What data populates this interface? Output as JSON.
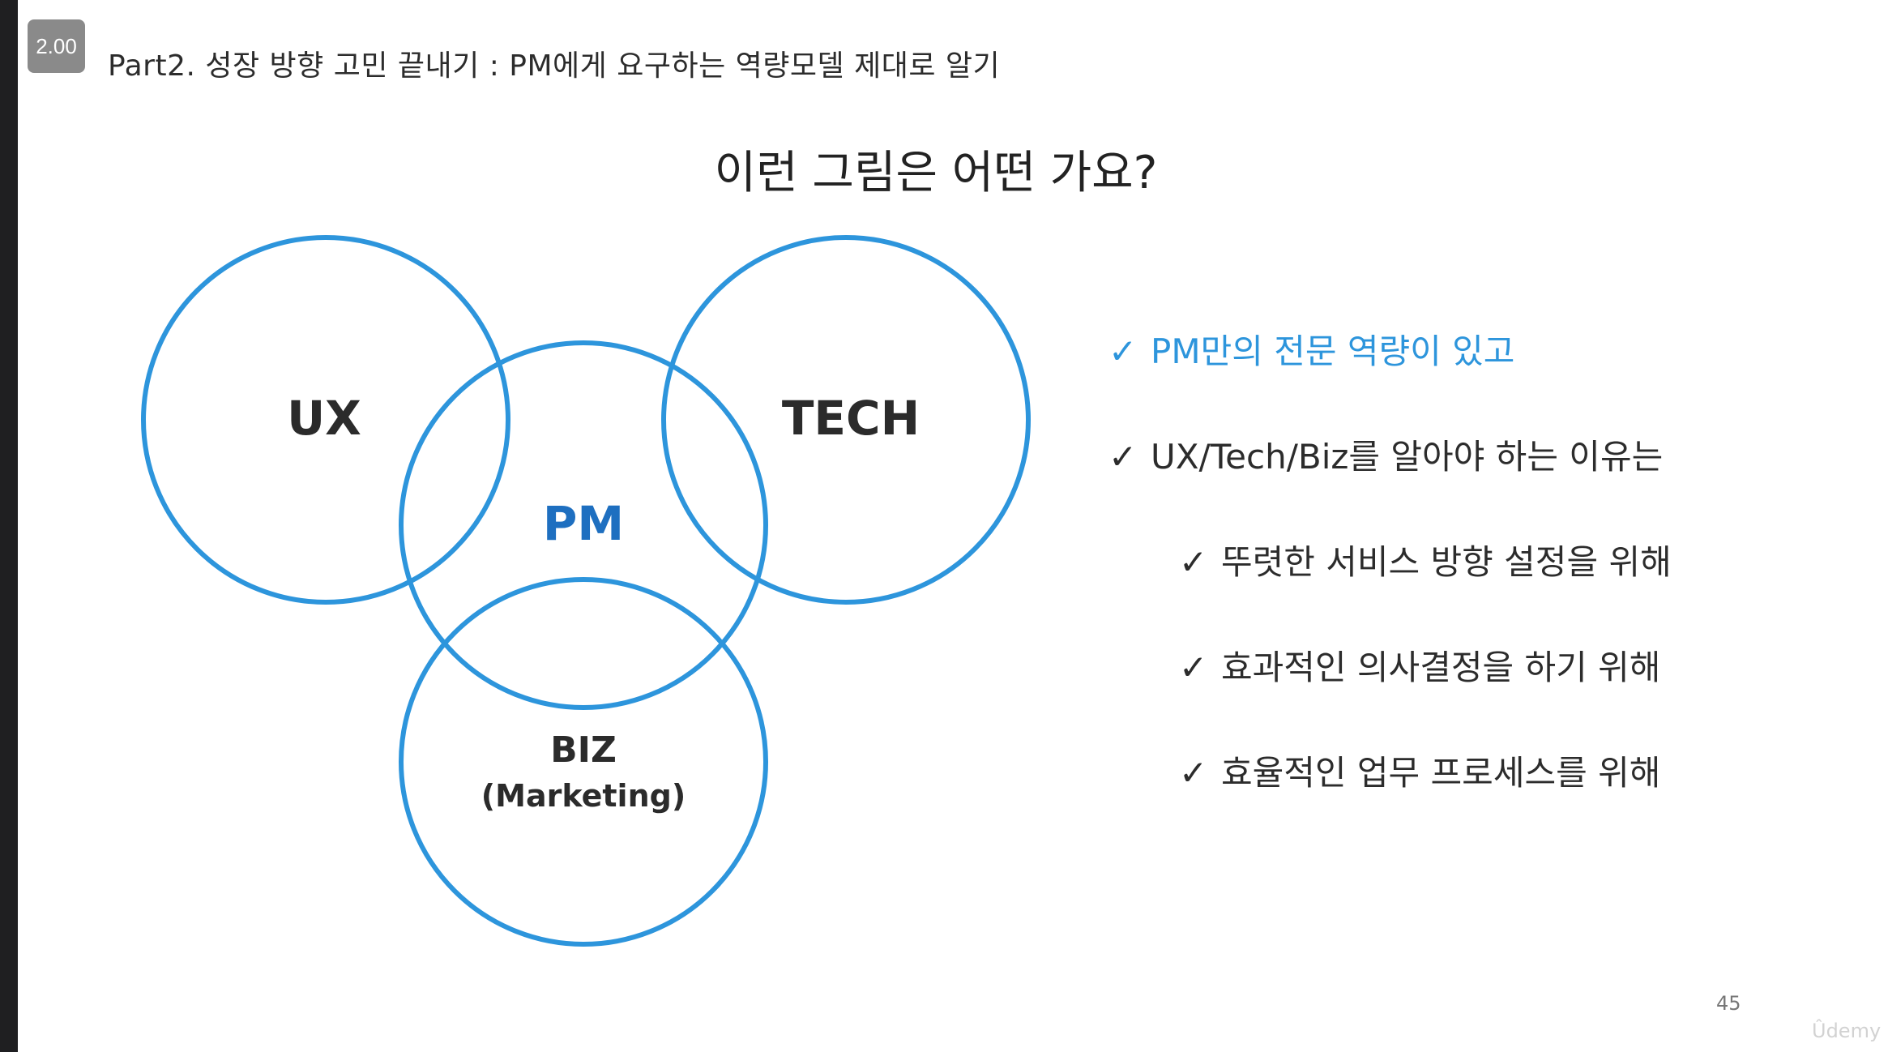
{
  "player": {
    "speed_label": "2.00"
  },
  "slide": {
    "header": "Part2. 성장 방향 고민 끝내기 : PM에게 요구하는 역량모델 제대로 알기",
    "title": "이런 그림은 어떤 가요?",
    "page_number": "45",
    "watermark": "Ûdemy",
    "accent_color": "#2d95dc",
    "pm_color": "#1e6fc0"
  },
  "venn": {
    "ux": "UX",
    "tech": "TECH",
    "pm": "PM",
    "biz": "BIZ",
    "biz_sub": "(Marketing)"
  },
  "checklist": {
    "mark": "✓",
    "items": [
      "PM만의 전문 역량이 있고",
      "UX/Tech/Biz를 알아야 하는 이유는",
      "뚜렷한 서비스 방향 설정을 위해",
      "효과적인 의사결정을 하기 위해",
      "효율적인 업무 프로세스를 위해"
    ]
  }
}
